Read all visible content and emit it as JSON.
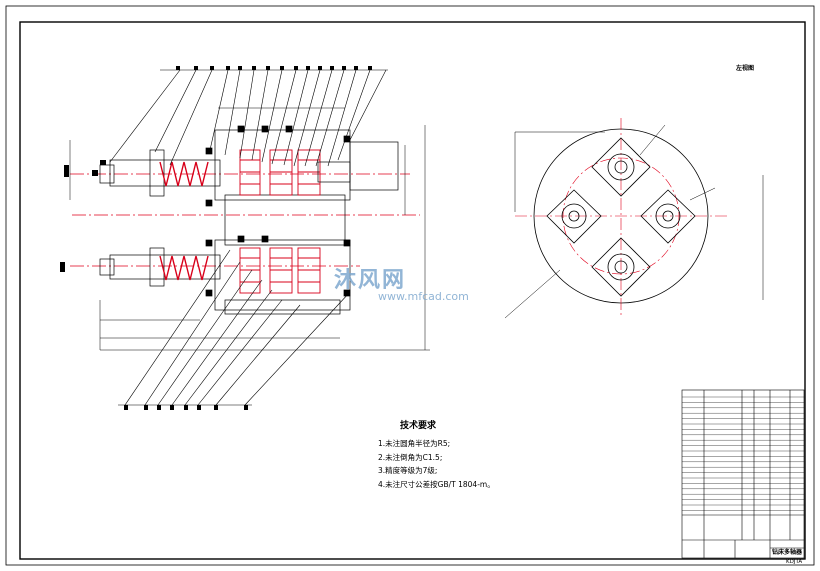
{
  "drawing": {
    "side_view_label": "左视图",
    "watermark_cn": "沐风网",
    "watermark_en": "www.mfcad.com"
  },
  "technical_requirements": {
    "title": "技术要求",
    "items": [
      "1.未注圆角半径为R5;",
      "2.未注倒角为C1.5;",
      "3.精度等级为7级;",
      "4.未注尺寸公差按GB/T 1804-m。"
    ]
  },
  "title_block": {
    "name": "钻床多轴器",
    "code": "KDJTA"
  },
  "colors": {
    "line": "#000000",
    "centerline": "#e0001b",
    "hatch": "#d8001a",
    "watermark": "#7fa9cf"
  }
}
